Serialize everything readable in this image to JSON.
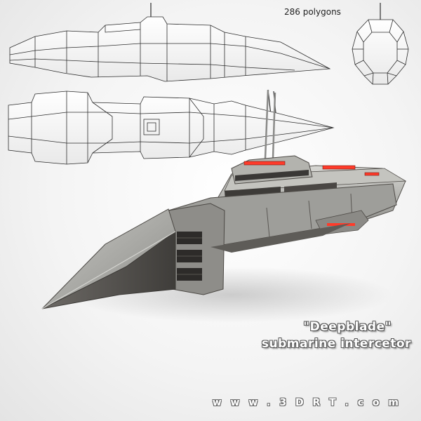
{
  "poly_count": "286 polygons",
  "model": {
    "name": "\"Deepblade\"",
    "description": "submarine intercetor"
  },
  "website": "w w w . 3 D R T . c o m",
  "colors": {
    "hull_metal": "#9a9a98",
    "accent_light": "#ff3b2a",
    "wire": "#333333"
  }
}
